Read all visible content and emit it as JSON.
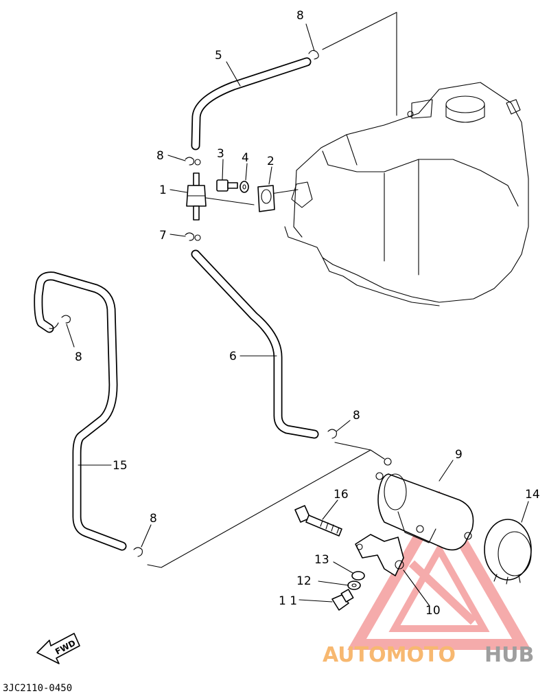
{
  "diagram": {
    "labels": {
      "p1": "1",
      "p2": "2",
      "p3": "3",
      "p4": "4",
      "p5": "5",
      "p6": "6",
      "p7": "7",
      "p8a": "8",
      "p8b": "8",
      "p8c": "8",
      "p8d": "8",
      "p8e": "8",
      "p9": "9",
      "p10": "10",
      "p11": "1 1",
      "p12": "12",
      "p13": "13",
      "p14": "14",
      "p15": "15",
      "p16": "16"
    },
    "fwd_label": "FWD",
    "drawing_code": "3JC2110-0450"
  },
  "watermark": {
    "text_part1": "AUTOMOTO",
    "text_part2": "HUB",
    "color_primary": "#f7b870",
    "color_secondary": "#9e9e9e",
    "color_triangle": "#f29090"
  }
}
